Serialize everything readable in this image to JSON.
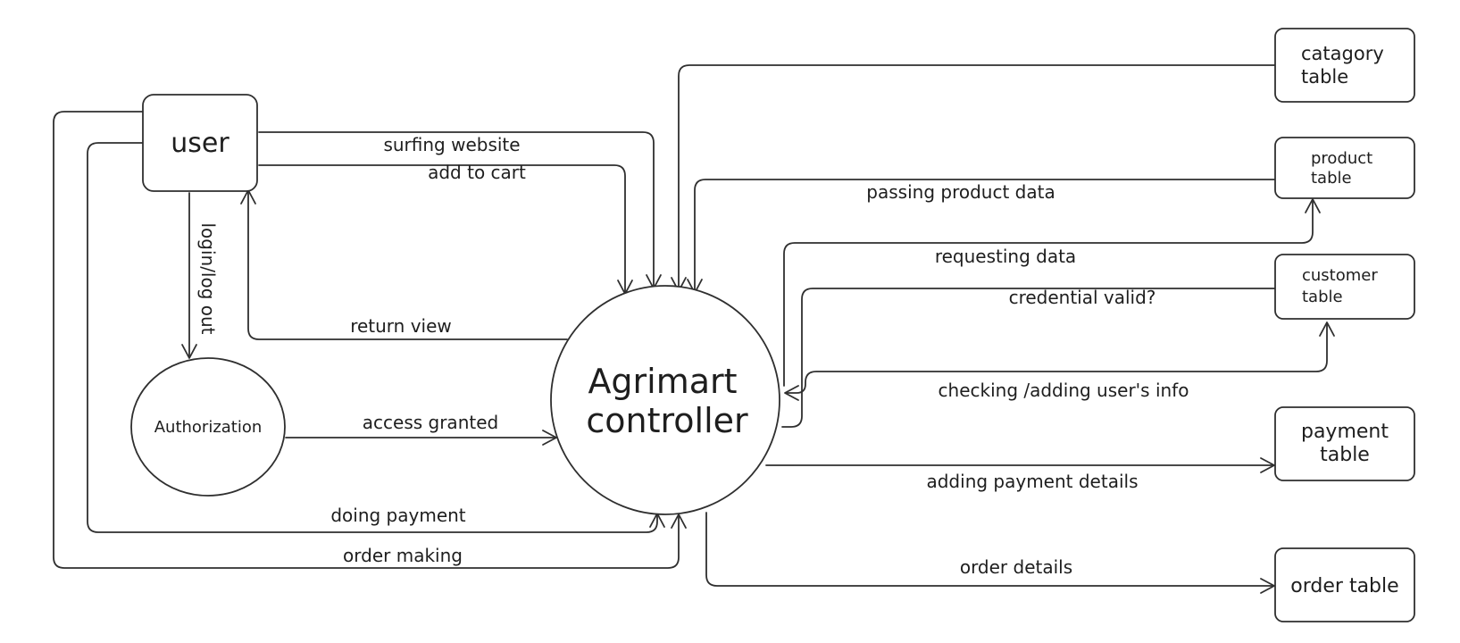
{
  "nodes": {
    "user": {
      "label": "user"
    },
    "authorization": {
      "label": "Authorization"
    },
    "controller": {
      "line1": "Agrimart",
      "line2": "controller"
    },
    "category_table": {
      "line1": "catagory",
      "line2": "table"
    },
    "product_table": {
      "line1": "product",
      "line2": "table"
    },
    "customer_table": {
      "line1": "customer",
      "line2": "table"
    },
    "payment_table": {
      "line1": "payment",
      "line2": "table"
    },
    "order_table": {
      "label": "order table"
    }
  },
  "edges": {
    "surfing_website": "surfing website",
    "add_to_cart": "add to cart",
    "login_logout": "login/log out",
    "return_view": "return view",
    "access_granted": "access granted",
    "doing_payment": "doing payment",
    "order_making": "order making",
    "passing_product_data": "passing product data",
    "requesting_data": "requesting data",
    "credential_valid": "credential valid?",
    "checking_adding_info": "checking /adding user's info",
    "adding_payment_details": "adding payment details",
    "order_details": "order details"
  },
  "colors": {
    "stroke": "#2f2f2f",
    "text": "#1e1e1e",
    "background": "#ffffff"
  }
}
